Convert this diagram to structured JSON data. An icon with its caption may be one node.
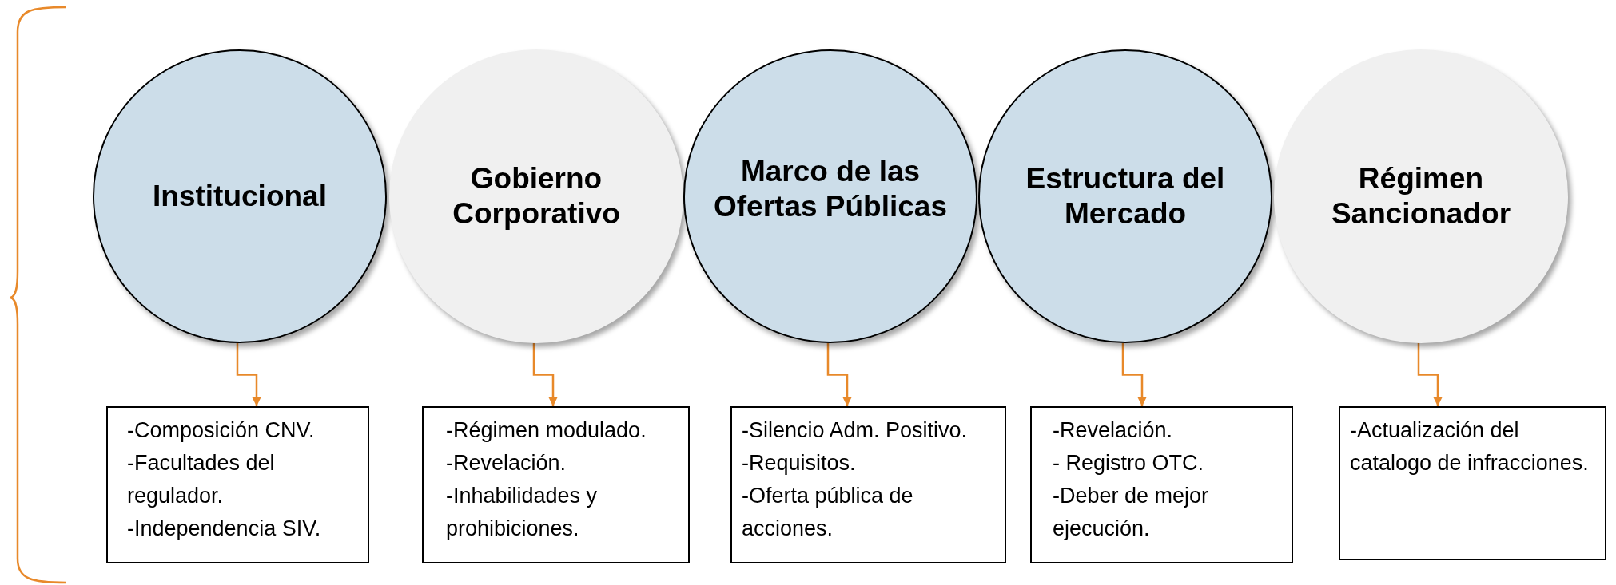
{
  "diagram": {
    "nodes": [
      {
        "text": [
          "Institucional"
        ]
      },
      {
        "text": [
          "Gobierno Corporativo"
        ]
      },
      {
        "text": [
          "Marco de las Ofertas Públicas"
        ]
      },
      {
        "text": [
          "Estructura del Mercado"
        ]
      },
      {
        "text": [
          "Régimen Sancionador"
        ]
      },
      {
        "text": [
          "-Composición CNV.",
          "-Facultades del regulador.",
          "-Independencia SIV."
        ]
      },
      {
        "text": [
          "-Régimen modulado.",
          "-Revelación.",
          "-Inhabilidades y prohibiciones."
        ]
      },
      {
        "text": [
          "-Silencio Adm. Positivo.",
          "-Requisitos.",
          "-Oferta pública de acciones."
        ]
      },
      {
        "text": [
          "-Revelación.",
          "- Registro OTC.",
          "-Deber de mejor ejecución."
        ]
      },
      {
        "text": [
          "-Actualización del catalogo de infracciones."
        ]
      }
    ],
    "edges": [
      {
        "from": 0,
        "to": 5,
        "arrow": "to"
      },
      {
        "from": 1,
        "to": 6,
        "arrow": "to"
      },
      {
        "from": 2,
        "to": 7,
        "arrow": "to"
      },
      {
        "from": 3,
        "to": 8,
        "arrow": "to"
      },
      {
        "from": 4,
        "to": 9,
        "arrow": "to"
      }
    ]
  }
}
